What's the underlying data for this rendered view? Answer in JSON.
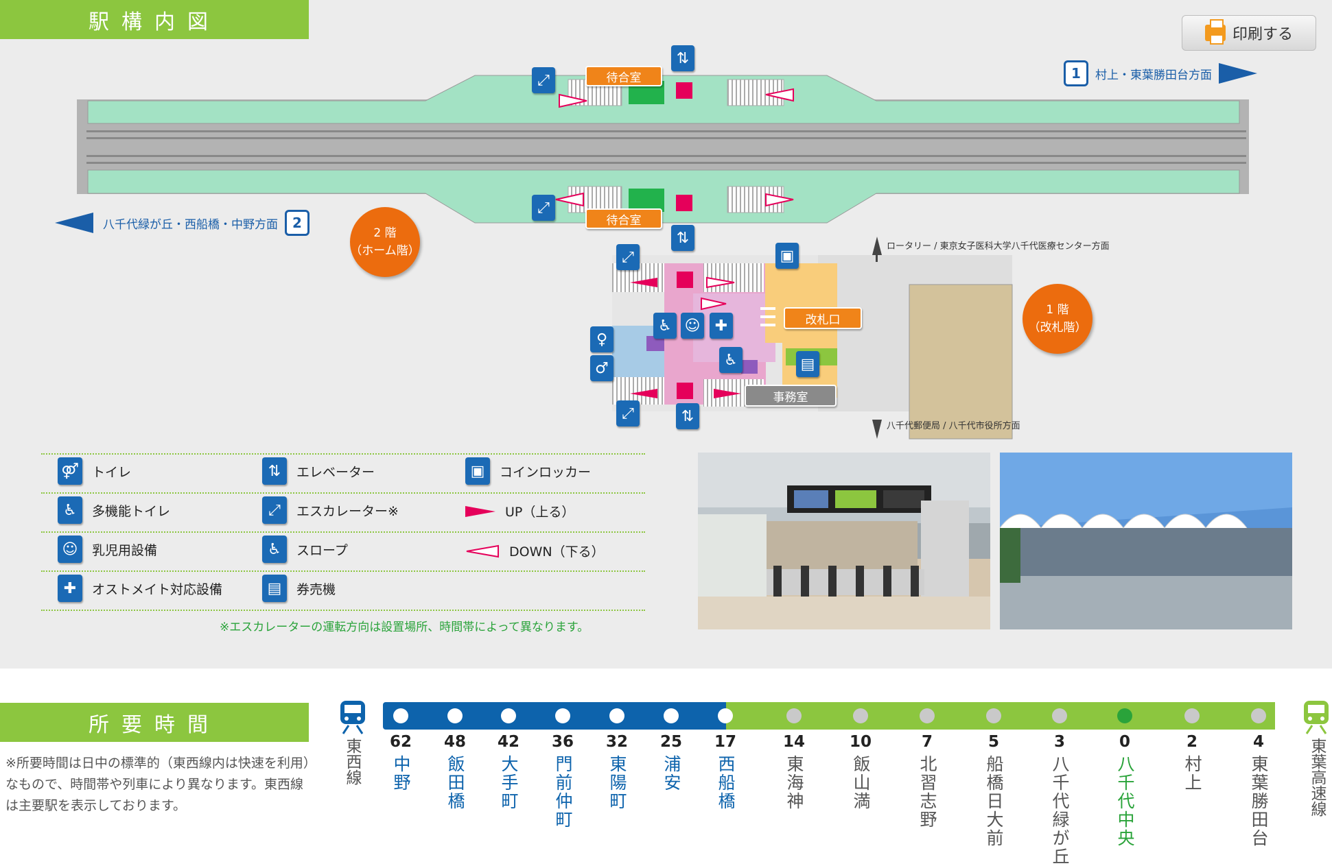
{
  "map": {
    "header": "駅構内図",
    "print_button": "印刷する",
    "direction_1": {
      "num": "1",
      "label": "村上・東葉勝田台方面"
    },
    "direction_2": {
      "num": "2",
      "label": "八千代緑が丘・西船橋・中野方面"
    },
    "floor_2": [
      "2 階",
      "（ホーム階）"
    ],
    "floor_1": [
      "1 階",
      "（改札階）"
    ],
    "waiting_room": "待合室",
    "ticket_gate": "改札口",
    "office": "事務室",
    "exit_north": "ロータリー / 東京女子医科大学八千代医療センター方面",
    "exit_south": "八千代郵便局 / 八千代市役所方面"
  },
  "legend": {
    "items": [
      {
        "label": "トイレ",
        "icon": "toilet-icon"
      },
      {
        "label": "エレベーター",
        "icon": "elevator-icon"
      },
      {
        "label": "コインロッカー",
        "icon": "locker-icon"
      },
      {
        "label": "多機能トイレ",
        "icon": "accessible-toilet-icon"
      },
      {
        "label": "エスカレーター※",
        "icon": "escalator-icon"
      },
      {
        "label": "UP（上る）",
        "icon": "up-arrow-icon"
      },
      {
        "label": "乳児用設備",
        "icon": "baby-icon"
      },
      {
        "label": "スロープ",
        "icon": "slope-icon"
      },
      {
        "label": "DOWN（下る）",
        "icon": "down-arrow-icon"
      },
      {
        "label": "オストメイト対応設備",
        "icon": "ostomate-icon"
      },
      {
        "label": "券売機",
        "icon": "ticket-machine-icon"
      }
    ],
    "note": "※エスカレーターの運転方向は設置場所、時間帯によって異なります。"
  },
  "time": {
    "header": "所要時間",
    "note": "※所要時間は日中の標準的（東西線内は快速を利用）なもので、時間帯や列車により異なります。東西線は主要駅を表示しております。",
    "line_left": "東西線",
    "line_right": "東葉高速線",
    "colors": {
      "tozai": "#0d63ac",
      "toyo": "#8cc63f",
      "current": "#2aa33a"
    },
    "stations": [
      {
        "name": "中野",
        "min": "62",
        "line": "tozai"
      },
      {
        "name": "飯田橋",
        "min": "48",
        "line": "tozai"
      },
      {
        "name": "大手町",
        "min": "42",
        "line": "tozai"
      },
      {
        "name": "門前仲町",
        "min": "36",
        "line": "tozai"
      },
      {
        "name": "東陽町",
        "min": "32",
        "line": "tozai"
      },
      {
        "name": "浦安",
        "min": "25",
        "line": "tozai"
      },
      {
        "name": "西船橋",
        "min": "17",
        "line": "tozai"
      },
      {
        "name": "東海神",
        "min": "14",
        "line": "toyo"
      },
      {
        "name": "飯山満",
        "min": "10",
        "line": "toyo"
      },
      {
        "name": "北習志野",
        "min": "7",
        "line": "toyo"
      },
      {
        "name": "船橋日大前",
        "min": "5",
        "line": "toyo"
      },
      {
        "name": "八千代緑が丘",
        "min": "3",
        "line": "toyo"
      },
      {
        "name": "八千代中央",
        "min": "0",
        "line": "current"
      },
      {
        "name": "村上",
        "min": "2",
        "line": "toyo"
      },
      {
        "name": "東葉勝田台",
        "min": "4",
        "line": "toyo"
      }
    ]
  }
}
